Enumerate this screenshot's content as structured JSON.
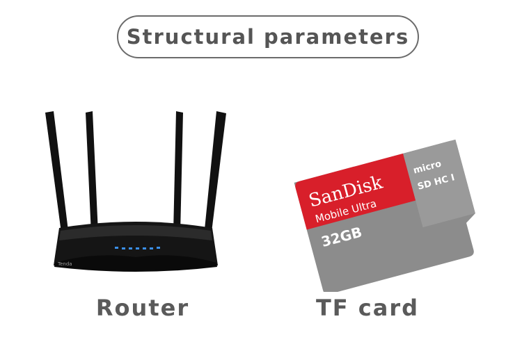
{
  "title": "Structural parameters",
  "products": {
    "router": {
      "caption": "Router",
      "brand_mark": "Tenda"
    },
    "tf_card": {
      "caption": "TF card",
      "brand": "SanDisk",
      "line": "Mobile Ultra",
      "capacity": "32GB",
      "format_top": "micro",
      "format_bottom": "SD HC I"
    }
  },
  "colors": {
    "text": "#555555",
    "pill_border": "#6b6b6b",
    "card_red": "#d81f2a",
    "card_gray": "#8a8a8a",
    "router_body": "#141414",
    "led": "#3a8fe8"
  }
}
